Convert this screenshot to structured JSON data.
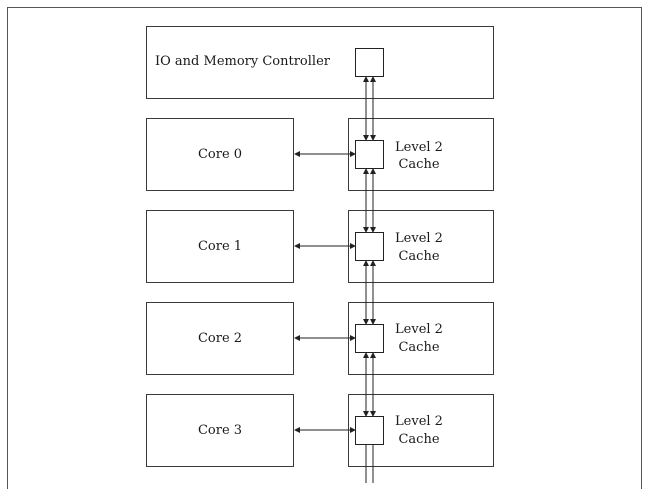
{
  "controller": {
    "label": "IO and Memory Controller"
  },
  "cores": [
    {
      "label": "Core 0",
      "cache_line1": "Level 2",
      "cache_line2": "Cache"
    },
    {
      "label": "Core 1",
      "cache_line1": "Level 2",
      "cache_line2": "Cache"
    },
    {
      "label": "Core 2",
      "cache_line1": "Level 2",
      "cache_line2": "Cache"
    },
    {
      "label": "Core 3",
      "cache_line1": "Level 2",
      "cache_line2": "Cache"
    }
  ]
}
